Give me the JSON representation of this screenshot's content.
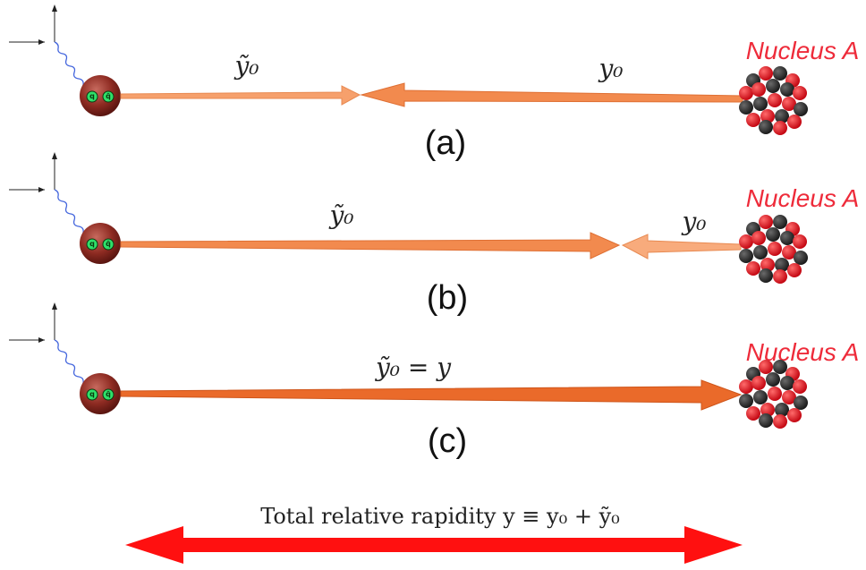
{
  "colors": {
    "arrow_light": "#f6a06c",
    "arrow_mid": "#f28a4e",
    "arrow_dark": "#ea6a2a",
    "total_arrow": "#ff1010",
    "nucleus_label": "#ee2b3a",
    "photon_wave": "#4466dd",
    "dipole_sphere": "#8e2b22",
    "quark_green": "#2fe06a",
    "nucleon_red": "#e3101c",
    "nucleon_black": "#262626"
  },
  "panels": [
    {
      "id": "a",
      "label": "(a)",
      "nucleus_label": "Nucleus A",
      "left_arrow_label": "ỹ₀",
      "right_arrow_label": "y₀"
    },
    {
      "id": "b",
      "label": "(b)",
      "nucleus_label": "Nucleus A",
      "left_arrow_label": "ỹ₀",
      "right_arrow_label": "y₀"
    },
    {
      "id": "c",
      "label": "(c)",
      "nucleus_label": "Nucleus A",
      "left_arrow_label": "ỹ₀ = y"
    }
  ],
  "quark_labels": [
    "q",
    "q̄"
  ],
  "total": {
    "caption": "Total relative rapidity y ≡ y₀ + ỹ₀"
  }
}
